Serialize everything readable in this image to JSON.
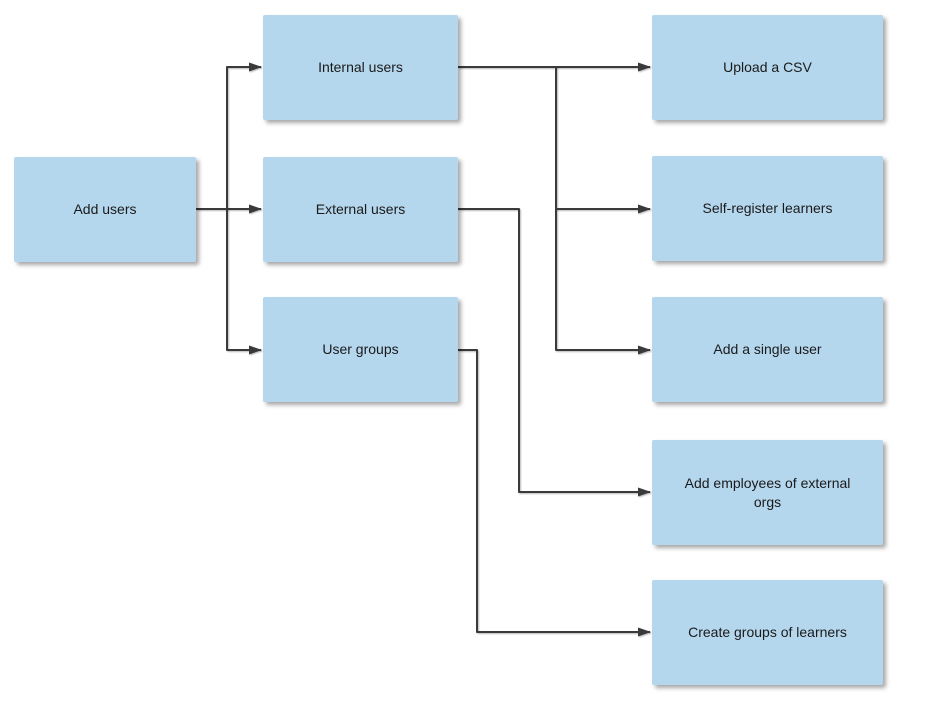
{
  "diagram": {
    "type": "flowchart",
    "colors": {
      "background": "#ffffff",
      "node_fill": "#b5d7ee",
      "connector": "#3a3a3a",
      "text": "#1a1a1a"
    },
    "nodes": [
      {
        "id": "add-users",
        "label": "Add users"
      },
      {
        "id": "internal-users",
        "label": "Internal users"
      },
      {
        "id": "external-users",
        "label": "External users"
      },
      {
        "id": "user-groups",
        "label": "User groups"
      },
      {
        "id": "upload-csv",
        "label": "Upload a CSV"
      },
      {
        "id": "self-register-learners",
        "label": "Self-register learners"
      },
      {
        "id": "add-single-user",
        "label": "Add a single user"
      },
      {
        "id": "add-employees-external-orgs",
        "label": "Add employees of external orgs"
      },
      {
        "id": "create-groups-learners",
        "label": "Create groups of learners"
      }
    ],
    "edges": [
      {
        "from": "add-users",
        "to": "internal-users"
      },
      {
        "from": "add-users",
        "to": "external-users"
      },
      {
        "from": "add-users",
        "to": "user-groups"
      },
      {
        "from": "internal-users",
        "to": "upload-csv"
      },
      {
        "from": "internal-users",
        "to": "self-register-learners"
      },
      {
        "from": "internal-users",
        "to": "add-single-user"
      },
      {
        "from": "external-users",
        "to": "add-employees-external-orgs"
      },
      {
        "from": "user-groups",
        "to": "create-groups-learners"
      }
    ]
  }
}
